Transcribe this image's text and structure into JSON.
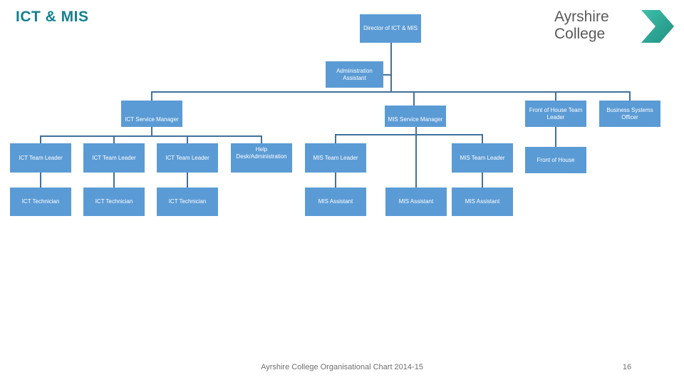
{
  "slide": {
    "title": "ICT & MIS",
    "title_color": "#13818f",
    "background": "#ffffff",
    "node_fill": "#5b9bd5",
    "connector_color": "#41719c",
    "node_text_color": "#ffffff"
  },
  "logo": {
    "line1": "Ayrshire",
    "line2": "College",
    "text_color": "#58595b",
    "chevron_color": "#2bb3a3",
    "chevron_icon": "chevron-right-icon"
  },
  "org_chart": {
    "nodes": [
      {
        "id": "director",
        "label": "Director of ICT & MIS"
      },
      {
        "id": "admin-assistant",
        "label": "Administration Assistant"
      },
      {
        "id": "ict-service-manager",
        "label": "ICT Service Manager"
      },
      {
        "id": "mis-service-manager",
        "label": "MIS Service Manager"
      },
      {
        "id": "foh-team-leader",
        "label": "Front of House Team Leader"
      },
      {
        "id": "business-systems-officer",
        "label": "Business Systems Officer"
      },
      {
        "id": "ict-team-leader-1",
        "label": "ICT Team Leader"
      },
      {
        "id": "ict-team-leader-2",
        "label": "ICT Team Leader"
      },
      {
        "id": "ict-team-leader-3",
        "label": "ICT Team Leader"
      },
      {
        "id": "help-desk",
        "label": "Help Desk/Administration"
      },
      {
        "id": "mis-team-leader-1",
        "label": "MIS Team Leader"
      },
      {
        "id": "mis-team-leader-2",
        "label": "MIS Team Leader"
      },
      {
        "id": "front-of-house",
        "label": "Front of House"
      },
      {
        "id": "ict-technician-1",
        "label": "ICT Technician"
      },
      {
        "id": "ict-technician-2",
        "label": "ICT Technician"
      },
      {
        "id": "ict-technician-3",
        "label": "ICT Technician"
      },
      {
        "id": "mis-assistant-1",
        "label": "MIS Assistant"
      },
      {
        "id": "mis-assistant-2",
        "label": "MIS Assistant"
      },
      {
        "id": "mis-assistant-3",
        "label": "MIS Assistant"
      }
    ]
  },
  "footer": {
    "caption": "Ayrshire College Organisational Chart 2014-15",
    "page_number": "16"
  }
}
